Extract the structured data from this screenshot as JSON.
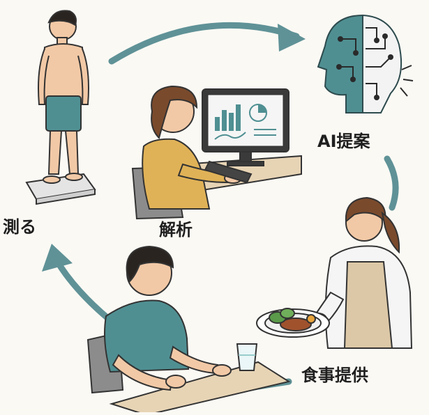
{
  "steps": {
    "measure": "測る",
    "analyze": "解析",
    "ai": "AI提案",
    "meal": "食事提供"
  },
  "icons": [
    "person-on-scale-icon",
    "analyst-at-computer-icon",
    "ai-head-circuit-icon",
    "server-with-meal-icon",
    "person-eating-icon"
  ],
  "colors": {
    "arrow": "#5f9297",
    "teal": "#4f8f92",
    "skin": "#f2c9a6",
    "hair": "#2a2420",
    "mustard": "#e0b257",
    "apron": "#dcc8a7",
    "desk": "#e7d4b5"
  }
}
